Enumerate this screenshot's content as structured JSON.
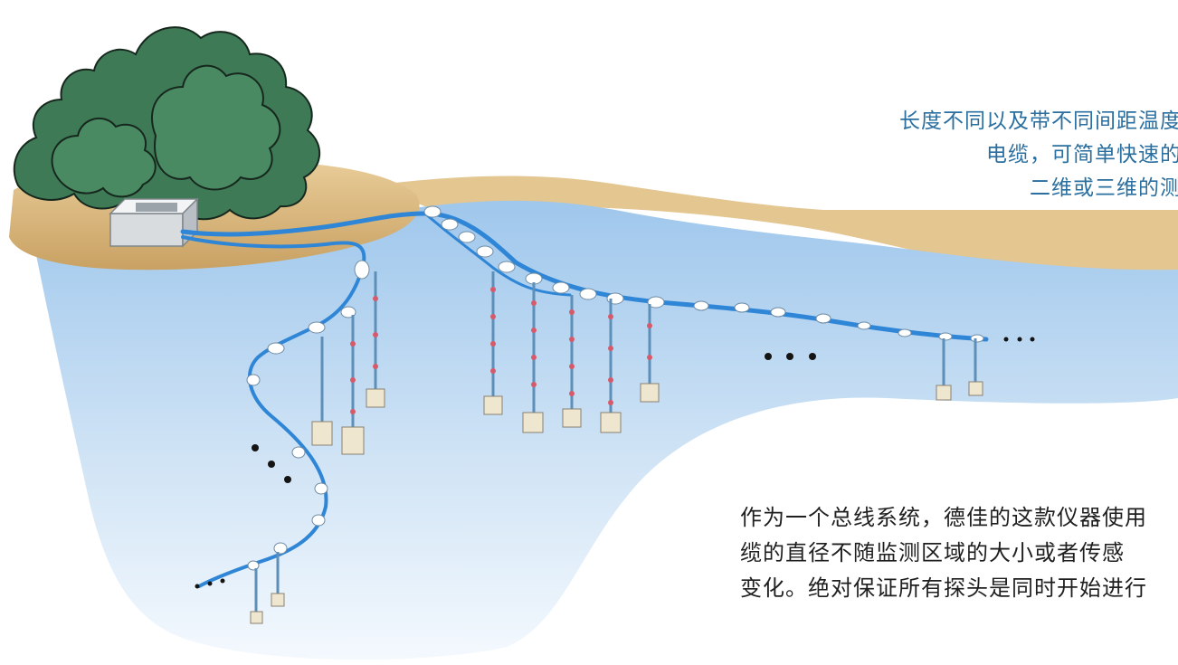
{
  "captions": {
    "top": [
      "长度不同以及带不同间距温度",
      "电缆，可简单快速的",
      "二维或三维的测"
    ],
    "bottom": [
      "作为一个总线系统，德佳的这款仪器使用",
      "缆的直径不随监测区域的大小或者传感",
      "变化。绝对保证所有探头是同时开始进行"
    ]
  },
  "colors": {
    "water": "#bcd8f0",
    "shore": "#e2c48c",
    "trees": "#3f7a57",
    "cable": "#2f86d6",
    "float": "#ffffff",
    "sensor": "#d65a6a"
  }
}
